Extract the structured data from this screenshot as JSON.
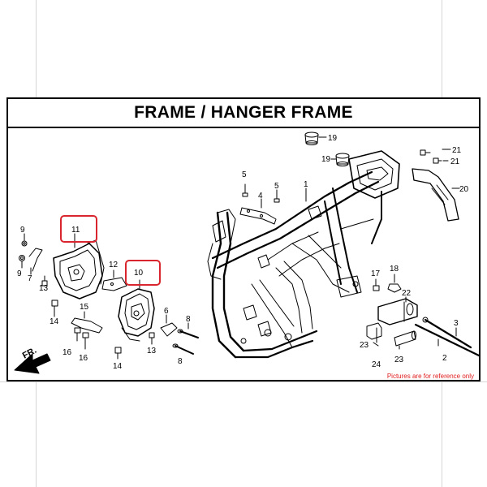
{
  "title": "FRAME / HANGER FRAME",
  "footnote": "Pictures are for reference only",
  "direction_label": "FR.",
  "highlight_color": "#d9262e",
  "callouts": [
    {
      "id": "c19a",
      "label": "19"
    },
    {
      "id": "c19b",
      "label": "19"
    },
    {
      "id": "c21a",
      "label": "21"
    },
    {
      "id": "c21b",
      "label": "21"
    },
    {
      "id": "c20",
      "label": "20"
    },
    {
      "id": "c5a",
      "label": "5"
    },
    {
      "id": "c5b",
      "label": "5"
    },
    {
      "id": "c4",
      "label": "4"
    },
    {
      "id": "c1",
      "label": "1"
    },
    {
      "id": "c9a",
      "label": "9"
    },
    {
      "id": "c9b",
      "label": "9"
    },
    {
      "id": "c7",
      "label": "7"
    },
    {
      "id": "c11",
      "label": "11"
    },
    {
      "id": "c13a",
      "label": "13"
    },
    {
      "id": "c12",
      "label": "12"
    },
    {
      "id": "c10",
      "label": "10"
    },
    {
      "id": "c15",
      "label": "15"
    },
    {
      "id": "c14a",
      "label": "14"
    },
    {
      "id": "c16a",
      "label": "16"
    },
    {
      "id": "c16b",
      "label": "16"
    },
    {
      "id": "c14b",
      "label": "14"
    },
    {
      "id": "c13b",
      "label": "13"
    },
    {
      "id": "c6",
      "label": "6"
    },
    {
      "id": "c8a",
      "label": "8"
    },
    {
      "id": "c8b",
      "label": "8"
    },
    {
      "id": "c17",
      "label": "17"
    },
    {
      "id": "c18",
      "label": "18"
    },
    {
      "id": "c22",
      "label": "22"
    },
    {
      "id": "c3",
      "label": "3"
    },
    {
      "id": "c23a",
      "label": "23"
    },
    {
      "id": "c24",
      "label": "24"
    },
    {
      "id": "c23b",
      "label": "23"
    },
    {
      "id": "c2",
      "label": "2"
    }
  ]
}
